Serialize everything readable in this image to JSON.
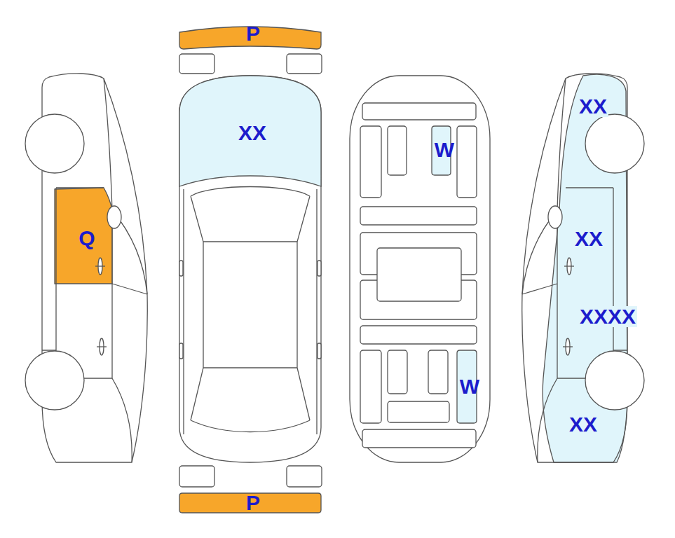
{
  "diagram": {
    "nodes": [
      {
        "text": [
          "Q"
        ]
      },
      {
        "text": [
          "P"
        ]
      },
      {
        "text": [
          "XX"
        ]
      },
      {
        "text": [
          "P"
        ]
      },
      {
        "text": [
          "W"
        ]
      },
      {
        "text": [
          "W"
        ]
      },
      {
        "text": [
          "XX",
          "XX",
          "XXXX",
          "XX"
        ]
      }
    ]
  }
}
